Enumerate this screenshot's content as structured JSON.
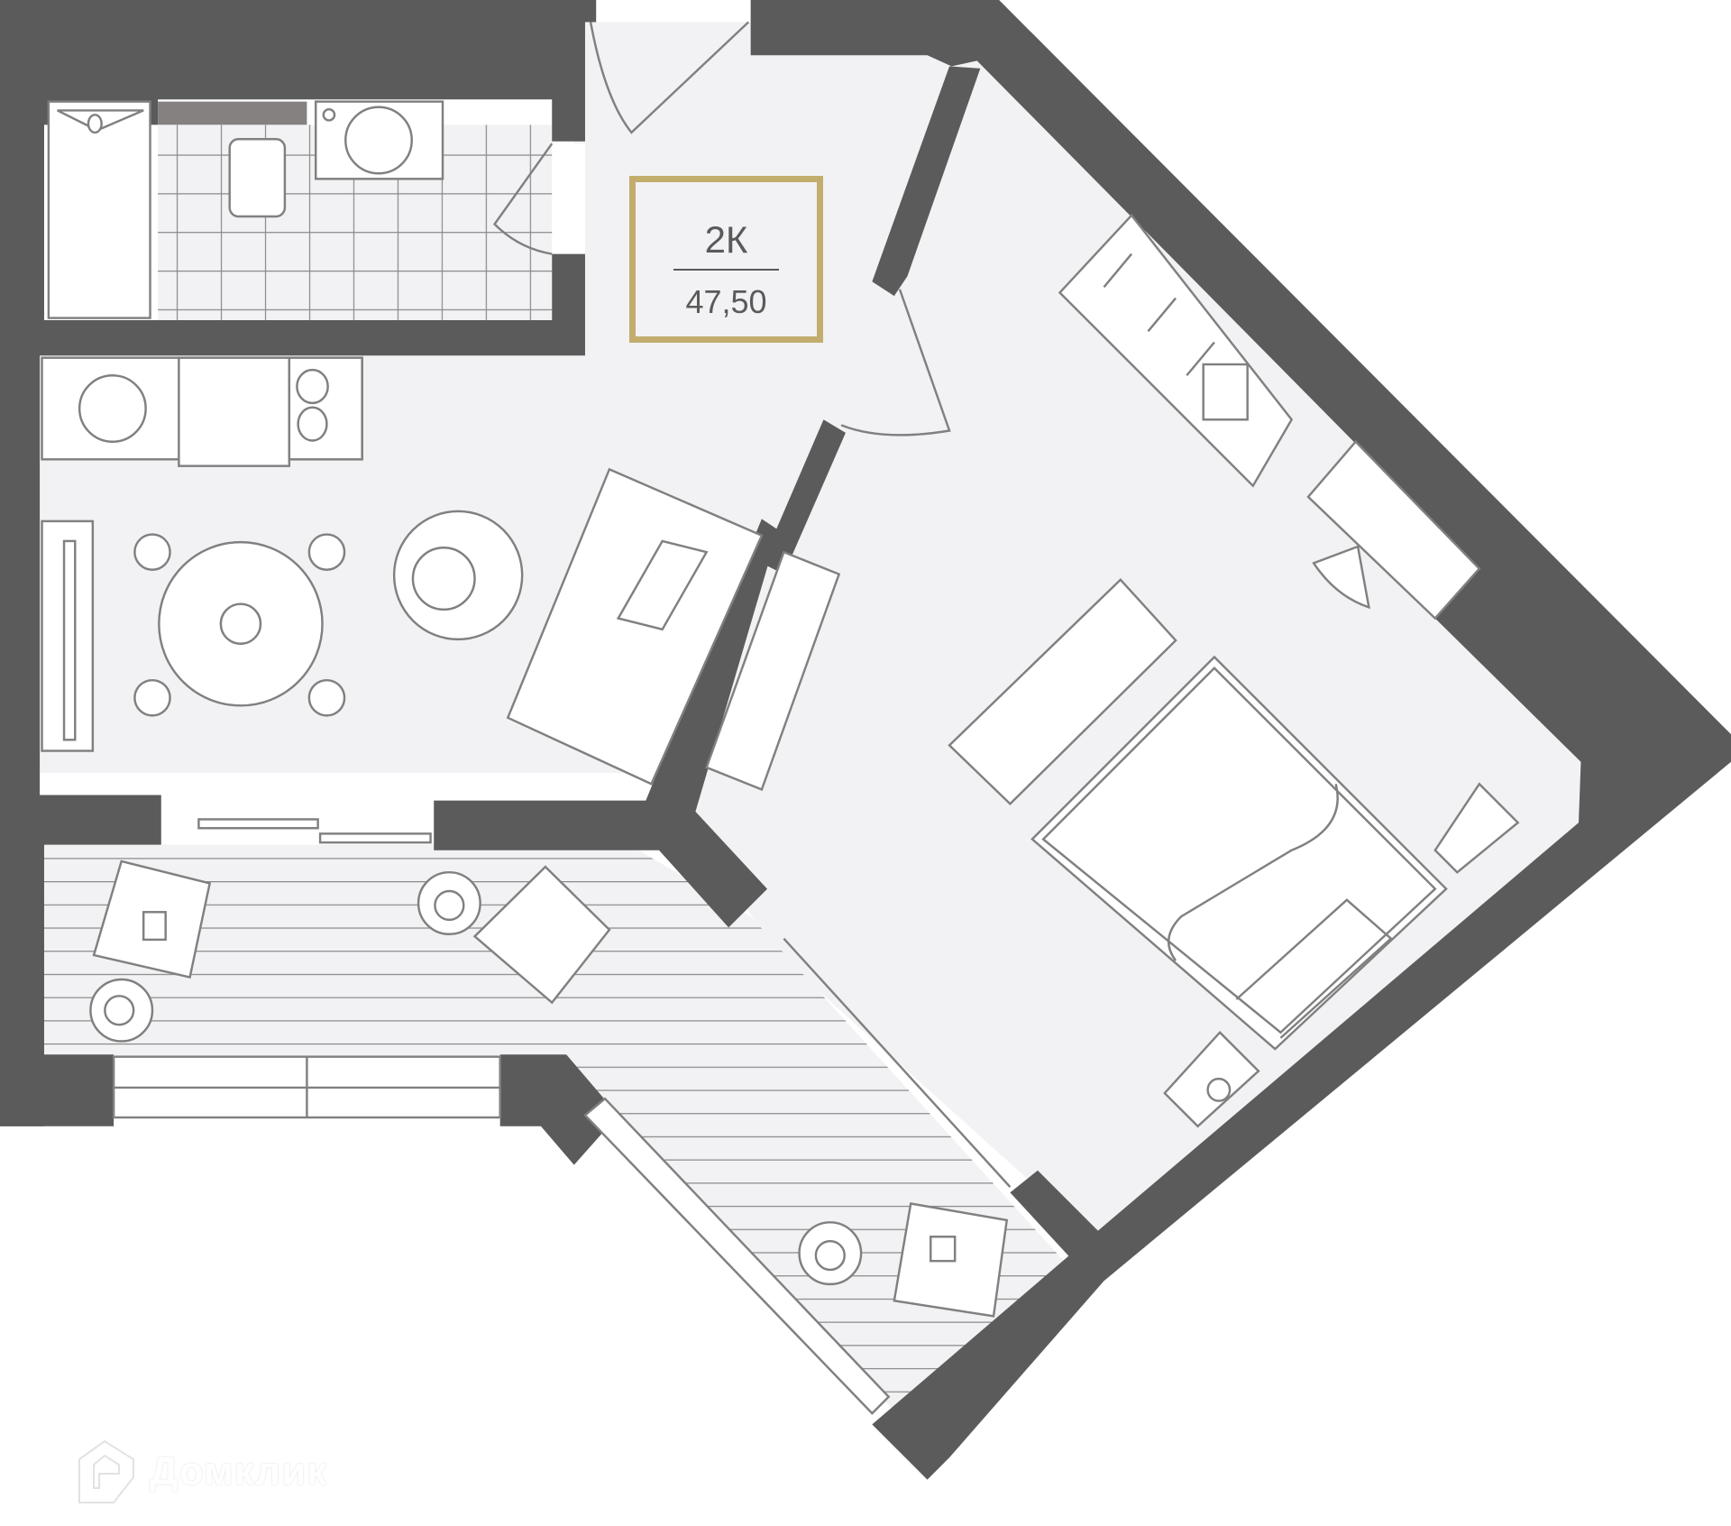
{
  "plan": {
    "apartment_type": "2К",
    "area": "47,50",
    "accent_color": "#c2ad6c",
    "wall_color": "#5b5b5b",
    "floor_color": "#f2f2f4",
    "rooms": [
      {
        "name": "bathroom",
        "fixtures": [
          "bathtub",
          "toilet",
          "washbasin",
          "tiled-floor"
        ]
      },
      {
        "name": "hallway"
      },
      {
        "name": "kitchen-living",
        "fixtures": [
          "sink",
          "counter",
          "cooktop",
          "dining-table",
          "four-chairs",
          "round-rug",
          "sofa",
          "tv-unit"
        ]
      },
      {
        "name": "bedroom",
        "fixtures": [
          "wardrobe-with-hangers",
          "desk",
          "desk-chair",
          "bench",
          "double-bed",
          "nightstands",
          "tv-unit"
        ]
      },
      {
        "name": "balcony-1",
        "fixtures": [
          "armchair",
          "armchair",
          "side-table",
          "side-table"
        ]
      },
      {
        "name": "balcony-2",
        "fixtures": [
          "armchair",
          "side-table"
        ]
      }
    ]
  },
  "watermark": {
    "logo_icon": "house-logo-icon",
    "text": "Домклик"
  }
}
